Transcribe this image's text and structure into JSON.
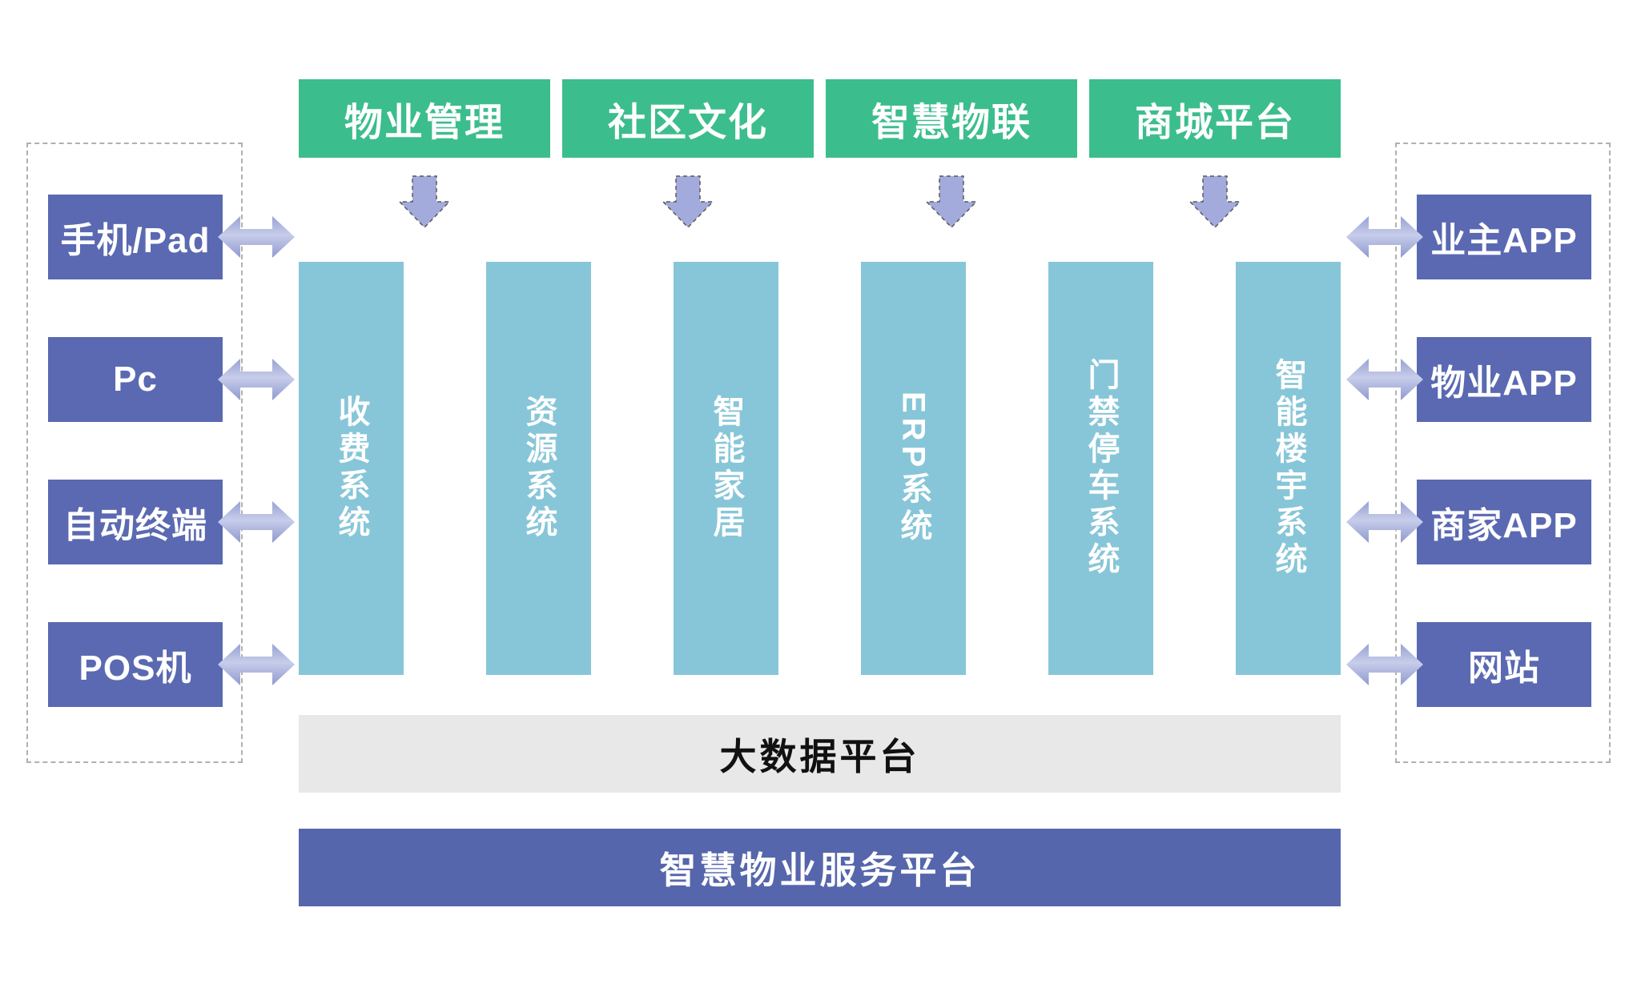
{
  "colors": {
    "module_green": "#3CBD8E",
    "system_blue": "#87C6D8",
    "device_indigo": "#5A69B1",
    "arrow_purple": "#A3ABDC",
    "platform_gray": "#E8E8E8",
    "platform_purple": "#5566AC",
    "dashed_border": "#B0B0B0",
    "text_dark": "#111111"
  },
  "icons": {
    "down_arrow": "down-arrow-icon",
    "double_arrow": "left-right-arrow-icon"
  },
  "top_modules": [
    {
      "label": "物业管理"
    },
    {
      "label": "社区文化"
    },
    {
      "label": "智慧物联"
    },
    {
      "label": "商城平台"
    }
  ],
  "systems": [
    {
      "label": "收费系统"
    },
    {
      "label": "资源系统"
    },
    {
      "label": "智能家居"
    },
    {
      "label": "ERP系统"
    },
    {
      "label": "门禁停车系统"
    },
    {
      "label": "智能楼宇系统"
    }
  ],
  "left_devices": [
    {
      "label": "手机/Pad"
    },
    {
      "label": "Pc"
    },
    {
      "label": "自动终端"
    },
    {
      "label": "POS机"
    }
  ],
  "right_apps": [
    {
      "label": "业主APP"
    },
    {
      "label": "物业APP"
    },
    {
      "label": "商家APP"
    },
    {
      "label": "网站"
    }
  ],
  "platforms": {
    "big_data": {
      "label": "大数据平台"
    },
    "service": {
      "label": "智慧物业服务平台"
    }
  }
}
